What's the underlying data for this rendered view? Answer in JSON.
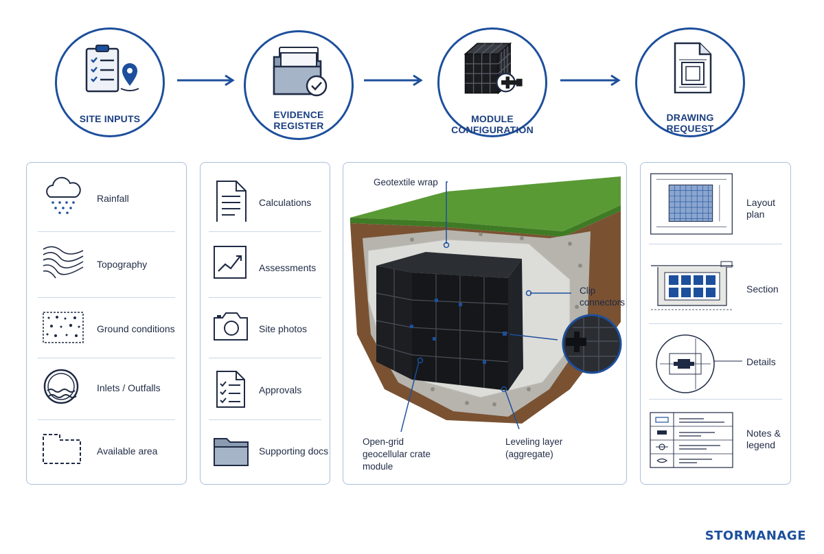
{
  "process_steps": [
    {
      "label_line1": "SITE INPUTS",
      "label_line2": ""
    },
    {
      "label_line1": "EVIDENCE",
      "label_line2": "REGISTER"
    },
    {
      "label_line1": "MODULE",
      "label_line2": "CONFIGURATION"
    },
    {
      "label_line1": "DRAWING",
      "label_line2": "REQUEST"
    }
  ],
  "site_inputs": [
    "Rainfall",
    "Topography",
    "Ground conditions",
    "Inlets / Outfalls",
    "Available area"
  ],
  "evidence_items": [
    "Calculations",
    "Assessments",
    "Site photos",
    "Approvals",
    "Supporting docs"
  ],
  "module_callouts": {
    "geotextile": "Geotextile wrap",
    "clip_line1": "Clip",
    "clip_line2": "connectors",
    "crate_line1": "Open-grid",
    "crate_line2": "geocellular crate",
    "crate_line3": "module",
    "leveling_line1": "Leveling layer",
    "leveling_line2": "(aggregate)"
  },
  "drawing_items": [
    {
      "line1": "Layout",
      "line2": "plan"
    },
    {
      "line1": "Section",
      "line2": ""
    },
    {
      "line1": "Details",
      "line2": ""
    },
    {
      "line1": "Notes &",
      "line2": "legend"
    }
  ],
  "brand": "STORMANAGE",
  "colors": {
    "accent": "#1d4f9c",
    "panel_border": "#a9bedb",
    "grass": "#5a9a35",
    "soil": "#7a5232",
    "crate": "#16181c"
  }
}
